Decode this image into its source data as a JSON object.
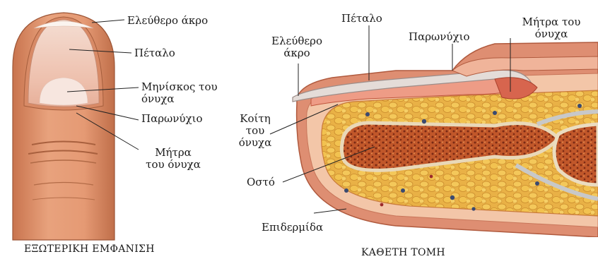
{
  "external_view": {
    "caption": "ΕΞΩΤΕΡΙΚΗ ΕΜΦΑΝΙΣΗ",
    "labels": {
      "free_edge": "Ελεύθερο άκρο",
      "nail_plate": "Πέταλο",
      "lunula_1": "Μηνίσκος του",
      "lunula_2": "όνυχα",
      "eponychium": "Παρωνύχιο",
      "matrix_1": "Μήτρα",
      "matrix_2": "του όνυχα"
    }
  },
  "section_view": {
    "caption": "ΚΑΘΕΤΗ ΤΟΜΗ",
    "labels": {
      "free_edge_1": "Ελεύθερο",
      "free_edge_2": "άκρο",
      "nail_plate": "Πέταλο",
      "eponychium": "Παρωνύχιο",
      "matrix_1": "Μήτρα του",
      "matrix_2": "όνυχα",
      "nail_bed_1": "Κοίτη",
      "nail_bed_2": "του",
      "nail_bed_3": "όνυχα",
      "bone": "Οστό",
      "epidermis": "Επιδερμίδα"
    }
  }
}
